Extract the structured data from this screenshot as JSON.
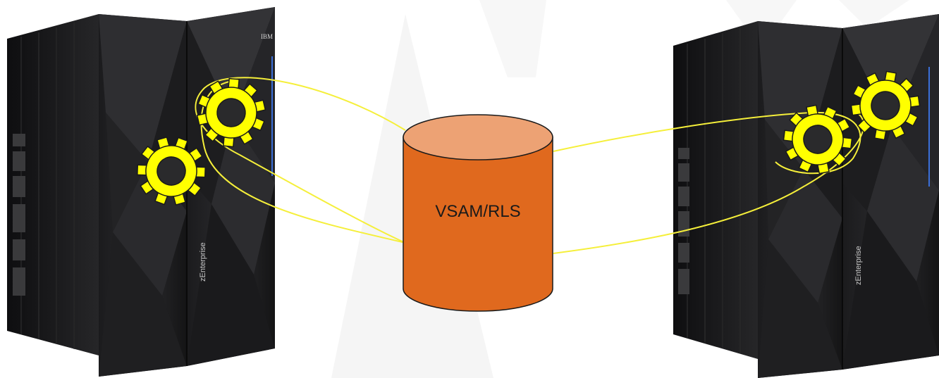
{
  "diagram": {
    "storage": {
      "label": "VSAM/RLS",
      "body_color": "#e0691e",
      "top_color": "#eda274",
      "stroke_color": "#1a1a1a"
    },
    "mainframes": [
      {
        "id": "left",
        "side_text": "zEnterprise",
        "logo_text": "IBM"
      },
      {
        "id": "right",
        "side_text": "zEnterprise",
        "logo_text": ""
      }
    ],
    "gear_color": "#ffff00",
    "connection_color": "#f5ef3a",
    "background_shape_color": "#f2f2f2",
    "icons": [
      "mainframe-server",
      "gear-icon",
      "database-cylinder"
    ]
  }
}
